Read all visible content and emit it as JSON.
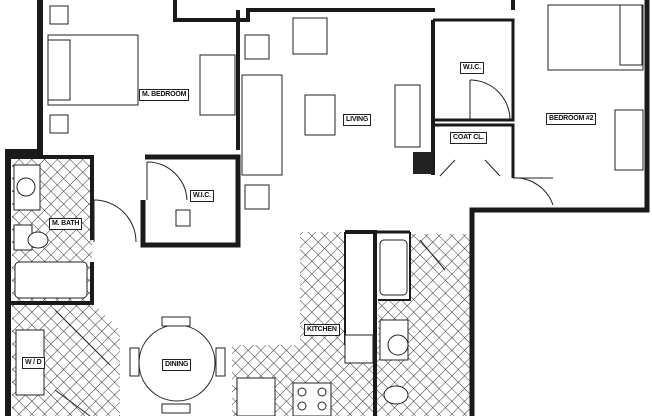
{
  "rooms": {
    "master_bedroom": "M. BEDROOM",
    "living": "LIVING",
    "wic_master": "W.I.C.",
    "wic_bedroom2": "W.I.C.",
    "coat_closet": "COAT CL.",
    "bedroom2": "BEDROOM #2",
    "master_bath": "M. BATH",
    "kitchen": "KITCHEN",
    "dining": "DINING",
    "washer_dryer": "W / D"
  },
  "colors": {
    "wall": "#1a1a1a",
    "line": "#333333",
    "background": "#ffffff"
  }
}
